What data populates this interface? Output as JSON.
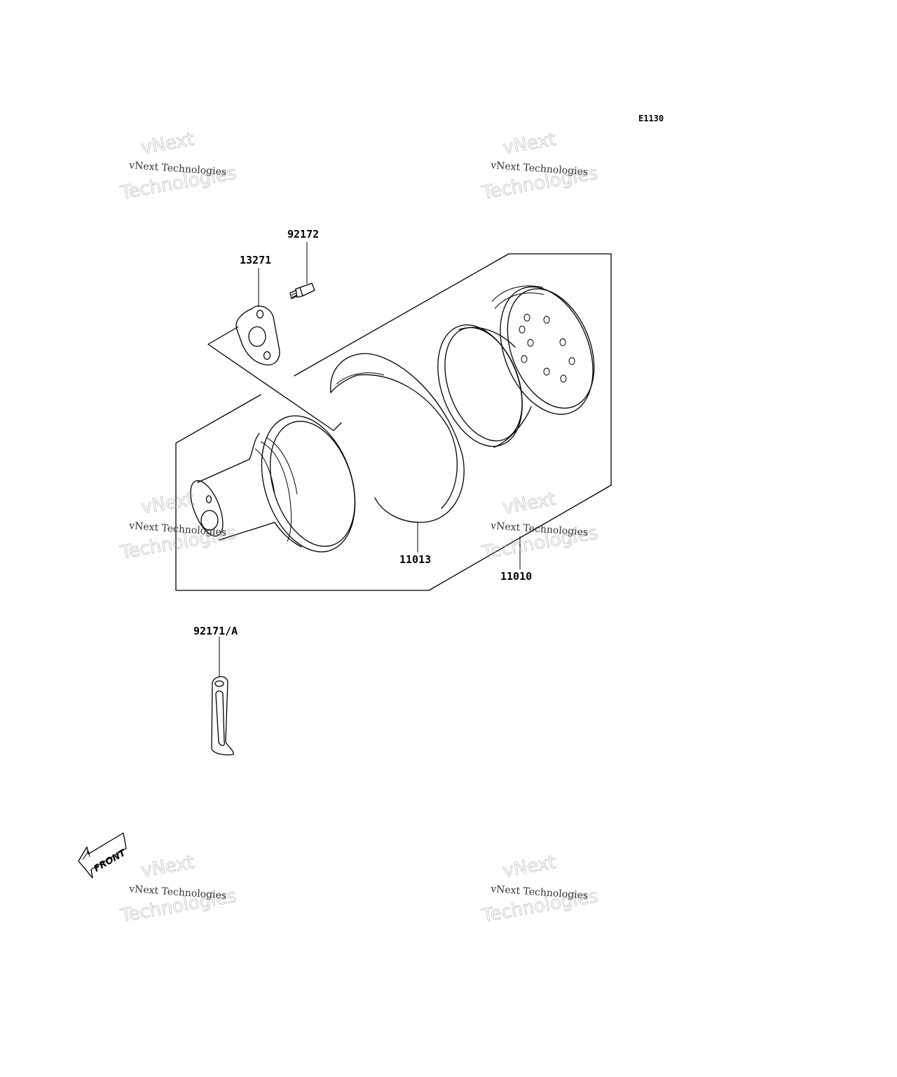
{
  "diagram_code": "E1130",
  "parts": {
    "bolt": "92172",
    "gasket": "13271",
    "body": "11013",
    "assembly": "11010",
    "bracket": "92171/A"
  },
  "front_marker": "FRONT",
  "watermark": {
    "line1": "vNext",
    "line2": "vNext Technologies",
    "line3": "Technologies"
  }
}
